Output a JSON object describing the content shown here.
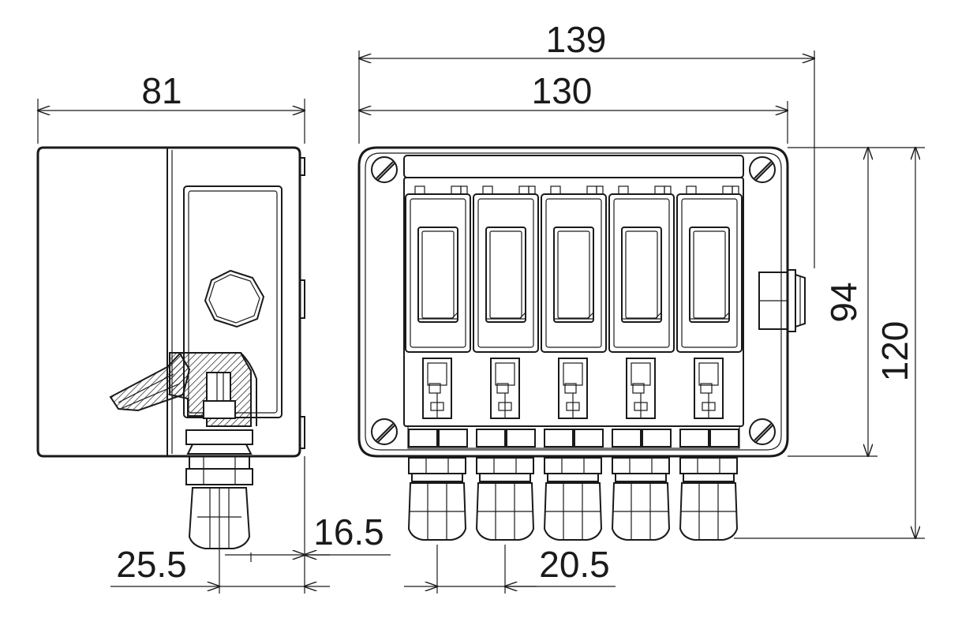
{
  "dimensions": {
    "side_width": "81",
    "overall_width": "139",
    "enclosure_width": "130",
    "height_94": "94",
    "height_120": "120",
    "offset_16_5": "16.5",
    "offset_25_5": "25.5",
    "gland_pitch": "20.5"
  },
  "front_view": {
    "breaker_count": 5,
    "gland_count": 5
  },
  "colors": {
    "line": "#1a1a1a",
    "background": "#ffffff",
    "hatch": "#1a1a1a"
  }
}
